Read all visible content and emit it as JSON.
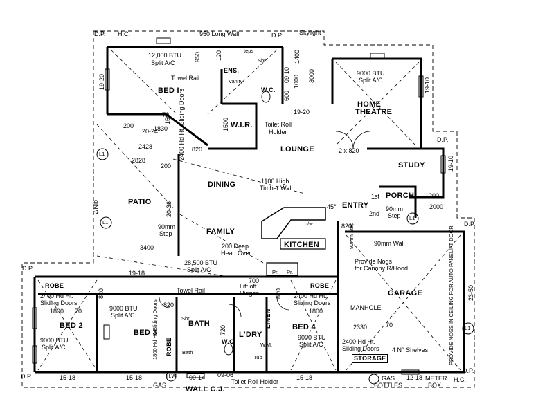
{
  "rooms": {
    "bed1": "BED I",
    "ens": "ENS.",
    "wir": "W.I.R.",
    "home_theatre_1": "HOME",
    "home_theatre_2": "THEATRE",
    "lounge": "LOUNGE",
    "study": "STUDY",
    "dining": "DINING",
    "patio": "PATIO",
    "porch": "PORCH",
    "entry": "ENTRY",
    "family": "FAMILY",
    "kitchen": "KITCHEN",
    "garage": "GARAGE",
    "bed2": "BED 2",
    "bed3": "BED 3",
    "bath": "BATH",
    "ldry": "L'DRY",
    "bed4": "BED 4",
    "storage": "STORAGE",
    "robe1": "ROBE",
    "robe2": "ROBE",
    "robe3": "ROBE",
    "linen": "LINEN",
    "wc1": "W.C.",
    "wc2": "W.C."
  },
  "notes": {
    "dp_tl": "D.P.",
    "hc_tl": "H.C.",
    "long_wall": "950 Long Wall",
    "dp_top": "D.P.",
    "skylight": "Skylight",
    "btu_bed1": "12,000 BTU",
    "split_bed1": "Split A/C",
    "towel_rail_1": "Towel Rail",
    "vanity": "Vanity",
    "shr1": "Shr.",
    "teps": "teps",
    "btu_theatre": "9000 BTU",
    "split_theatre": "Split A/C",
    "sliding_doors_wir": "2400 Hd Ht. Sliding Doors",
    "toilet_roll_1": "Toilet Roll",
    "holder_1": "Holder",
    "two_x_820": "2 x 820",
    "timber_wall_1": "1100 High",
    "timber_wall_2": "Timber Wall",
    "step_patio": "90mm",
    "step_patio_2": "Step",
    "first": "1st",
    "second": "2nd",
    "step_porch": "90mm",
    "step_porch_2": "Step",
    "dw": "d/w",
    "deg45": "45°",
    "head_over_1": "200 Deep",
    "head_over_2": "Head Over",
    "wall_90": "90mm Wall",
    "step_kitchen": "90mm Step",
    "nogs_1": "Provide Nogs",
    "nogs_2": "for Canopy R/Hood",
    "btu_family": "28,500 BTU",
    "split_family": "Split A/C",
    "towel_rail_2": "Towel Rail",
    "lift_off_1": "Lift off",
    "lift_off_2": "Hinges",
    "sliding_bed2_1": "2400 Hd Ht.",
    "sliding_bed2_2": "Sliding Doors",
    "btu_bed3": "9000 BTU",
    "split_bed3": "Split A/C",
    "btu_bed2": "9000 BTU",
    "split_bed2": "Split A/C",
    "sliding_bed3": "1800 Hd Ht. Sliding Doors",
    "sliding_bed4_1": "2400 Hd Ht.",
    "sliding_bed4_2": "Sliding Doors",
    "btu_bed4": "9000 BTU",
    "split_bed4": "Split A/C",
    "sliding_bed4b_1": "2400 Hd Ht.",
    "sliding_bed4b_2": "Sliding Doors",
    "manhole": "MANHOLE",
    "shelves": "4 N° Shelves",
    "nogs_garage": "PROVIDE NOGS IN CEILING FOR AUTO PANELIFT DOOR",
    "shr2": "Shr.",
    "bath_small": "Bath",
    "tub": "Tub",
    "wm": "W.M.",
    "pr1": "Pr.",
    "pr2": "Pr.",
    "toilet_roll_2": "Toilet Roll Holder",
    "wall_cj": "WALL C.J.",
    "gas1": "GAS",
    "hw": "H.W",
    "gas2": "GAS",
    "bottles": "BOTTLES",
    "meter": "METER",
    "box": "BOX",
    "hc_br": "H.C.",
    "dp_br": "D.P.",
    "dp_bl": "D.P.",
    "dp_ml": "D.P.",
    "dp_r": "D.P.",
    "dp_study": "D.P.",
    "nib": "2/Nib",
    "l1": "L1"
  },
  "dims": {
    "d950": "950",
    "d19_20a": "19-20",
    "d120": "120",
    "d3000": "3000",
    "d1400": "1400",
    "d1000": "1000",
    "d600": "600",
    "d09_10": "09-10",
    "d19_10a": "19-10",
    "d19_20b": "19-20",
    "d1500": "1500",
    "d150": "150",
    "d70a": "70",
    "d820a": "820",
    "d200a": "200",
    "d2428": "2428",
    "d20_24": "20-24",
    "d1830": "1830",
    "d2828": "2828",
    "d200b": "200",
    "d19_10b": "19-10",
    "d20_36": "20-36",
    "d1200": "1200",
    "d2000": "2000",
    "d3400": "3400",
    "d820b": "820",
    "d19_18": "19-18",
    "d820c": "820",
    "d1800": "1800",
    "d70b": "70",
    "d820d": "820",
    "d820e": "820",
    "d1800b": "1800",
    "d2330": "2330",
    "d70c": "70",
    "d23_50": "23-50",
    "d15_18a": "15-18",
    "d15_18b": "15-18",
    "d09_14": "09-14",
    "d09_06": "09-06",
    "d15_18c": "15-18",
    "d12_18": "12-18",
    "d720": "720",
    "d700": "700"
  }
}
